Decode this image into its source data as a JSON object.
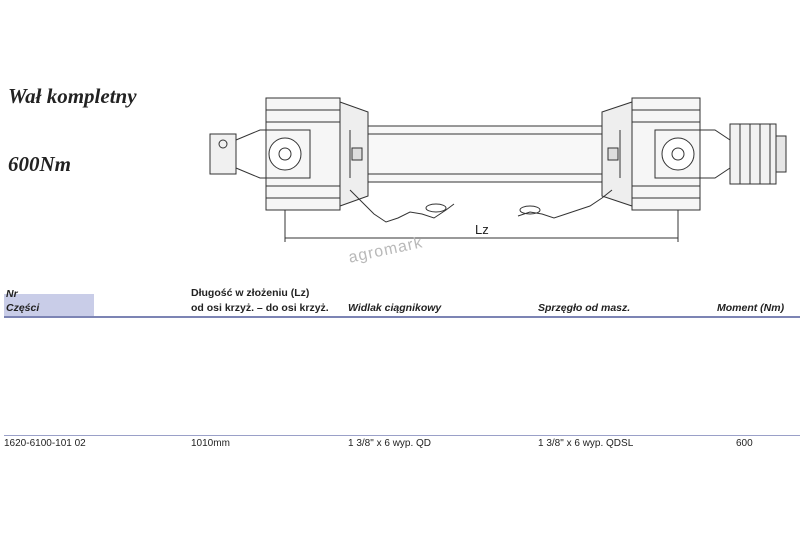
{
  "title": "Wał kompletny",
  "torque_heading": "600Nm",
  "diagram": {
    "dimension_label": "Lz"
  },
  "watermark": "agromark",
  "table": {
    "headers": {
      "part_no_line1": "Nr",
      "part_no_line2": "Części",
      "length_line1": "Długość w złożeniu (Lz)",
      "length_line2": "od osi krzyż. – do osi krzyż.",
      "tractor_yoke": "Widlak ciągnikowy",
      "clutch": "Sprzęgło od masz.",
      "torque": "Moment (Nm)"
    },
    "rows": [
      {
        "part_no": "1620-6100-101 02",
        "length": "1010mm",
        "tractor_yoke": "1 3/8\" x 6 wyp. QD",
        "clutch": "1 3/8\" x 6 wyp. QDSL",
        "torque": "600"
      }
    ]
  }
}
